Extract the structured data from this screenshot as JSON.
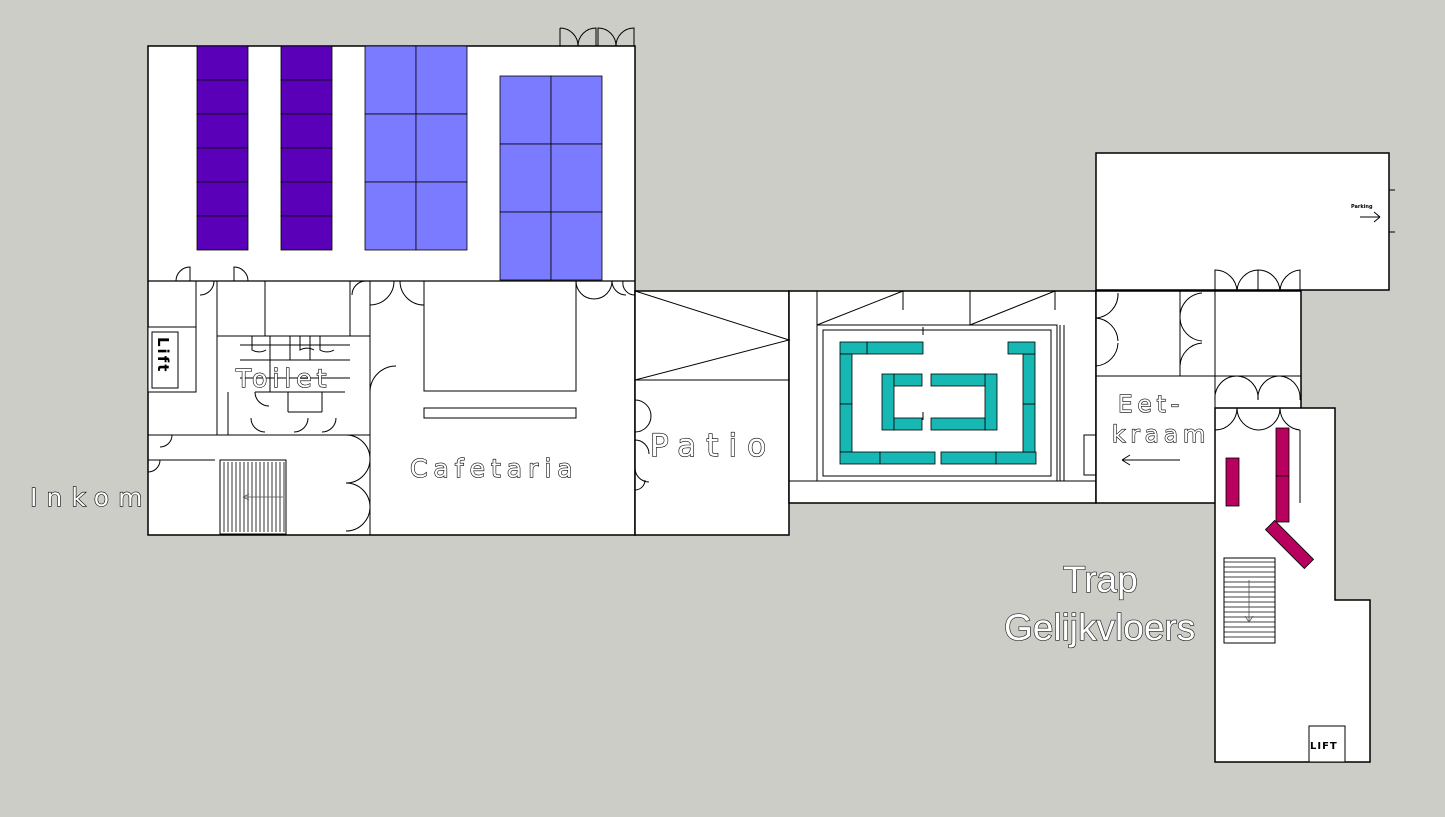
{
  "floor": {
    "title": "Gelijkvloers",
    "stairs_label": "Trap"
  },
  "rooms": {
    "entrance": "Inkom",
    "toilet": "Toilet",
    "cafeteria": "Cafetaria",
    "patio": "Patio",
    "food_stall_line1": "Eet-",
    "food_stall_line2": "kraam",
    "lift_left": "Lift",
    "lift_right": "LIFT",
    "parking": "Parking"
  },
  "colors": {
    "background": "#cdcdc8",
    "floor": "#ffffff",
    "wall": "#000000",
    "table_dark_purple": "#5a00b8",
    "table_light_blue": "#7b7bff",
    "table_teal": "#17b8b3",
    "table_magenta": "#b8005e"
  }
}
